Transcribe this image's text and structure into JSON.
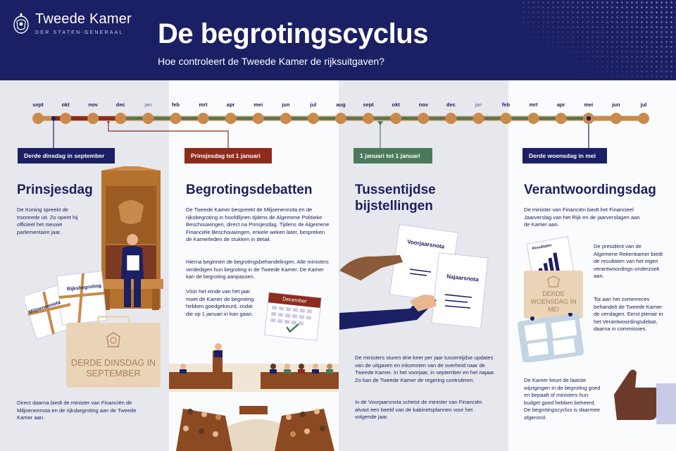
{
  "header": {
    "logo_name": "Tweede Kamer",
    "logo_sub": "DER STATEN-GENERAAL",
    "title": "De begrotingscyclus",
    "subtitle": "Hoe controleert de Tweede Kamer de rijksuitgaven?",
    "bg_color": "#1b1f63"
  },
  "timeline": {
    "months": [
      "sept",
      "okt",
      "nov",
      "dec",
      "jan",
      "feb",
      "mrt",
      "apr",
      "mei",
      "jun",
      "jul",
      "aug",
      "sept",
      "okt",
      "nov",
      "dec",
      "jan",
      "feb",
      "mrt",
      "apr",
      "mei",
      "jun",
      "jul"
    ]
  },
  "sections": [
    {
      "badge": "Derde dinsdag in september",
      "heading": "Prinsjesdag",
      "text1": "De Koning spreekt de troonrede uit. Zo opent hij officieel het nieuwe parlementaire jaar.",
      "text2": "Direct daarna biedt de minister van Financiën de Miljoenennota en de rijksbegroting aan de Tweede Kamer aan.",
      "doc1": "Miljoenennota",
      "doc2": "Rijksbegroting",
      "case_text": "DERDE DINSDAG IN SEPTEMBER"
    },
    {
      "badge": "Prinsjesdag tot 1 januari",
      "heading": "Begrotingsdebatten",
      "text1": "De Tweede Kamer bespreekt de Miljoenennota en de rijksbegroting in hoofdlijnen tijdens de Algemene Politieke Beschouwingen, direct na Prinsjesdag. Tijdens de Algemene Financiële Beschouwingen, enkele weken later, bespreken de Kamerleden de stukken in detail.",
      "text2": "Hierna beginnen de begrotingsbehandelingen. Alle ministers verdedigen hun begroting in de Tweede Kamer. De Kamer kan de begroting aanpassen.",
      "text3": "Vóór het einde van het jaar moet de Kamer de begroting hebben goedgekeurd, zodat die op 1 januari in kan gaan.",
      "calendar": "December"
    },
    {
      "badge": "1 januari tot 1 januari",
      "heading": "Tussentijdse bijstellingen",
      "text1": "De ministers sturen drie keer per jaar tussentijdse updates van de uitgaven en inkomsten van de overheid naar de Tweede Kamer. In het voorjaar, in september en het najaar. Zo kan de Tweede Kamer de regering controleren.",
      "text2": "In de Voorjaarsnota schetst de minister van Financiën alvast een beeld van de kabinetsplannen voor het volgende jaar.",
      "doc1": "Voorjaarsnota",
      "doc2": "Najaarsnota"
    },
    {
      "badge": "Derde woensdag in mei",
      "heading": "Verantwoordingsdag",
      "text1": "De minister van Financiën biedt het Financieel Jaarverslag van het Rijk en de jaarverslagen aan de Kamer aan.",
      "text2": "De president van de Algemene Rekenkamer biedt de resultaten van het eigen verantwoordings-onderzoek aan.",
      "text3": "Tot aan het zomerreces behandelt de Tweede Kamer de verslagen. Eerst plenair in het Verantwoordingsdebat, daarna in commissies.",
      "text4": "De Kamer keurt de laatste wijzigingen in de begroting goed en bepaalt of ministers hun budget goed hebben beheerd. De begrotingscyclus is daarmee afgerond.",
      "report": "Resultaten",
      "case_text": "DERDE WOENSDAG IN MEI"
    }
  ]
}
